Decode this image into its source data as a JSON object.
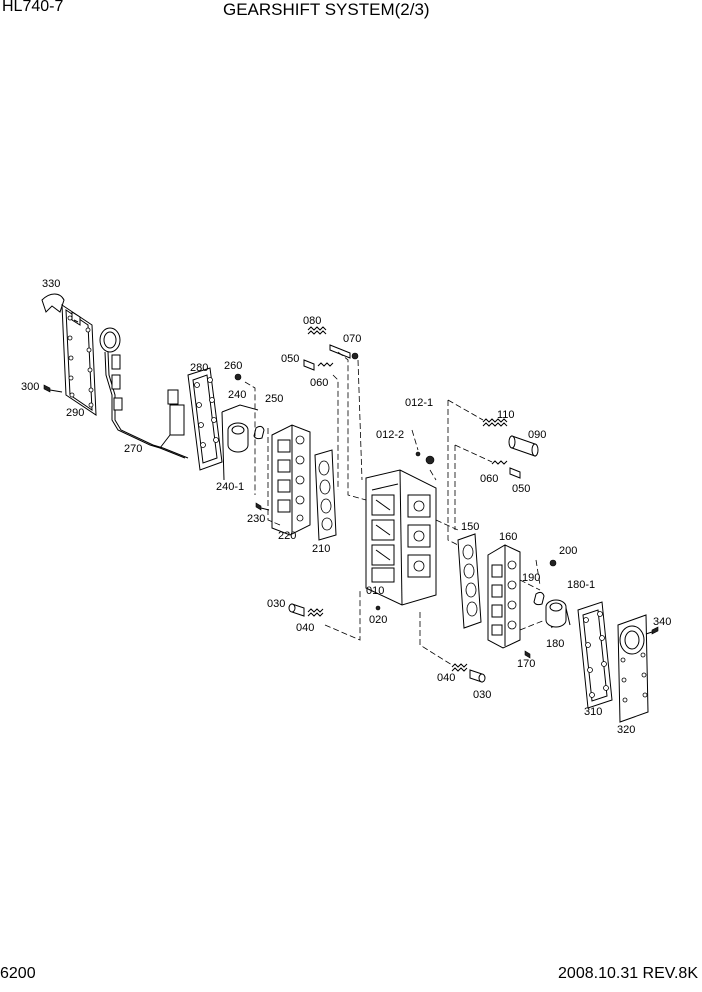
{
  "header": {
    "model": "HL740-7",
    "title": "GEARSHIFT SYSTEM(2/3)"
  },
  "footer": {
    "page": "6200",
    "revision": "2008.10.31  REV.8K"
  },
  "parts": {
    "p330": "330",
    "p300": "300",
    "p290": "290",
    "p270": "270",
    "p280": "280",
    "p260": "260",
    "p240": "240",
    "p250": "250",
    "p240_1": "240-1",
    "p230": "230",
    "p220": "220",
    "p210": "210",
    "p080": "080",
    "p070": "070",
    "p050a": "050",
    "p060a": "060",
    "p012_1": "012-1",
    "p012_2": "012-2",
    "p110": "110",
    "p090": "090",
    "p060b": "060",
    "p050b": "050",
    "p150": "150",
    "p160": "160",
    "p200": "200",
    "p190": "190",
    "p180_1": "180-1",
    "p180": "180",
    "p010": "010",
    "p020": "020",
    "p030a": "030",
    "p040a": "040",
    "p040b": "040",
    "p030b": "030",
    "p170": "170",
    "p340": "340",
    "p310": "310",
    "p320": "320"
  }
}
